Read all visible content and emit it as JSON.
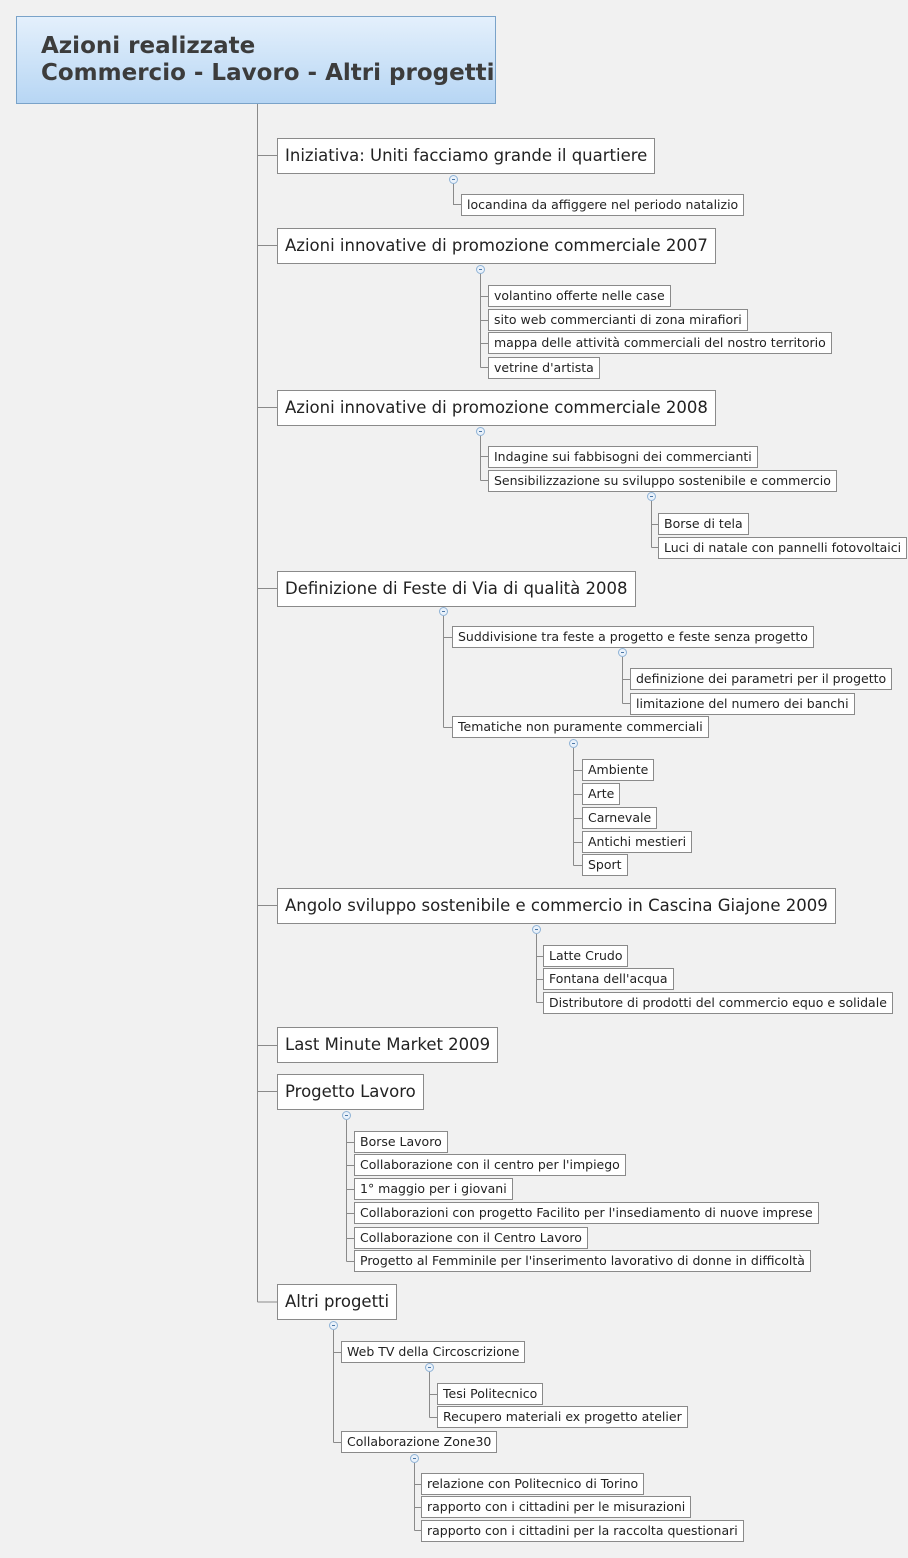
{
  "title": {
    "line1": "Azioni realizzate",
    "line2": "Commercio - Lavoro - Altri progetti"
  },
  "branches": {
    "b1": {
      "label": "Iniziativa: Uniti facciamo grande il quartiere",
      "items": [
        "locandina da affiggere nel periodo natalizio"
      ]
    },
    "b2": {
      "label": "Azioni innovative di promozione commerciale 2007",
      "items": [
        "volantino offerte nelle case",
        "sito web commercianti di zona mirafiori",
        "mappa delle attività commerciali del nostro territorio",
        "vetrine d'artista"
      ]
    },
    "b3": {
      "label": "Azioni innovative di promozione commerciale 2008",
      "items": [
        "Indagine sui fabbisogni dei commercianti",
        "Sensibilizzazione su sviluppo sostenibile e commercio"
      ],
      "sub": [
        "Borse di tela",
        "Luci di natale con pannelli fotovoltaici"
      ]
    },
    "b4": {
      "label": "Definizione di Feste di Via di qualità 2008",
      "items": [
        "Suddivisione tra feste a progetto e feste senza progetto",
        "Tematiche non puramente commerciali"
      ],
      "sub1": [
        "definizione dei parametri per il progetto",
        "limitazione del numero dei banchi"
      ],
      "sub2": [
        "Ambiente",
        "Arte",
        "Carnevale",
        "Antichi mestieri",
        "Sport"
      ]
    },
    "b5": {
      "label": "Angolo sviluppo sostenibile e commercio in Cascina Giajone 2009",
      "items": [
        "Latte Crudo",
        "Fontana dell'acqua",
        "Distributore di prodotti del commercio equo e solidale"
      ]
    },
    "b6": {
      "label": "Last Minute Market 2009"
    },
    "b7": {
      "label": "Progetto Lavoro",
      "items": [
        "Borse Lavoro",
        "Collaborazione con il centro per l'impiego",
        "1° maggio per i giovani",
        "Collaborazioni con progetto Facilito per l'insediamento di nuove imprese",
        "Collaborazione con il Centro Lavoro",
        "Progetto al Femminile per l'inserimento lavorativo di donne in difficoltà"
      ]
    },
    "b8": {
      "label": "Altri progetti",
      "items": [
        "Web TV della Circoscrizione",
        "Collaborazione Zone30"
      ],
      "sub1": [
        "Tesi Politecnico",
        "Recupero materiali ex progetto atelier"
      ],
      "sub2": [
        "relazione con Politecnico di Torino",
        "rapporto con i cittadini per le misurazioni",
        "rapporto con i cittadini per la raccolta questionari"
      ]
    }
  }
}
